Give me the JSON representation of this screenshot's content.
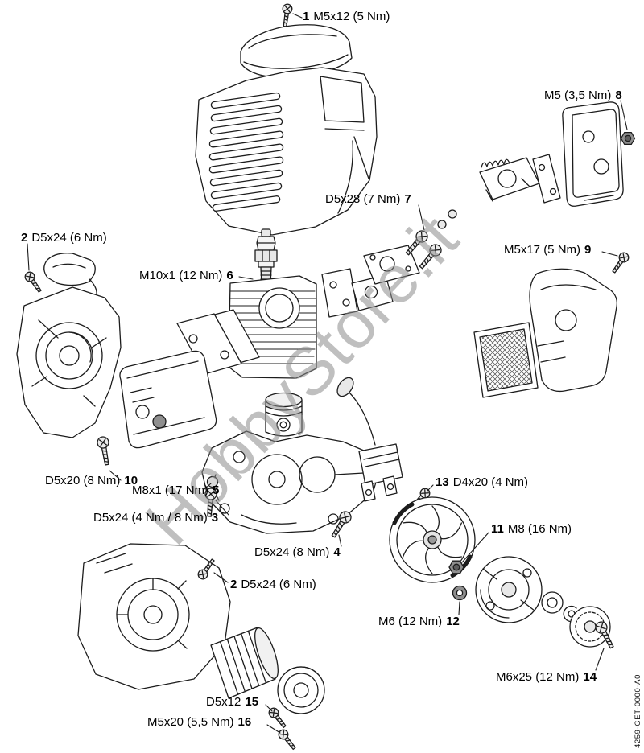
{
  "page": {
    "background": "#ffffff",
    "watermark_text": "HobbyStore.it",
    "doc_code": "4259-GET-0000-A0"
  },
  "colors": {
    "line": "#1c1c1c",
    "watermark": "#8c8c8c",
    "dark_hardware": "#8f8f8f",
    "light_metal": "#ececec"
  },
  "callouts": [
    {
      "num": "1",
      "spec": "M5x12 (5 Nm)"
    },
    {
      "num": "8",
      "spec": "M5 (3,5 Nm)"
    },
    {
      "num": "7",
      "spec": "D5x28 (7 Nm)"
    },
    {
      "num": "2",
      "spec": "D5x24 (6 Nm)"
    },
    {
      "num": "9",
      "spec": "M5x17 (5 Nm)"
    },
    {
      "num": "6",
      "spec": "M10x1 (12 Nm)"
    },
    {
      "num": "13",
      "spec": "D4x20 (4 Nm)"
    },
    {
      "num": "10",
      "spec": "D5x20 (8 Nm)"
    },
    {
      "num": "5",
      "spec": "M8x1 (17 Nm)"
    },
    {
      "num": "3",
      "spec": "D5x24 (4 Nm / 8 Nm)"
    },
    {
      "num": "11",
      "spec": "M8 (16 Nm)"
    },
    {
      "num": "4",
      "spec": "D5x24 (8 Nm)"
    },
    {
      "num": "2",
      "spec": "D5x24 (6 Nm)"
    },
    {
      "num": "12",
      "spec": "M6 (12 Nm)"
    },
    {
      "num": "14",
      "spec": "M6x25 (12 Nm)"
    },
    {
      "num": "15",
      "spec": "D5x12"
    },
    {
      "num": "16",
      "spec": "M5x20 (5,5 Nm)"
    }
  ]
}
